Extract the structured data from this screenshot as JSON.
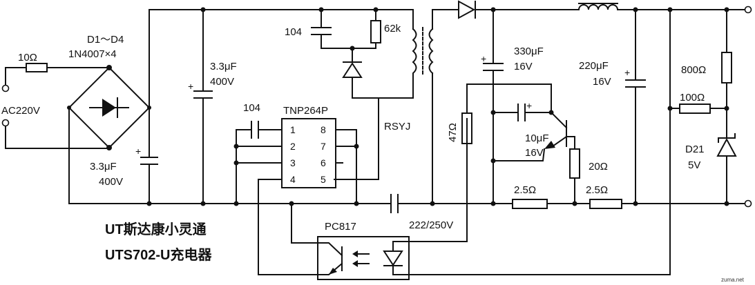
{
  "labels": {
    "r_in": "10Ω",
    "bridge": "D1～D4",
    "bridge_part": "1N4007×4",
    "ac": "AC220V",
    "c_bulk1_val": "3.3μF",
    "c_bulk1_v": "400V",
    "c_bulk2_val": "3.3μF",
    "c_bulk2_v": "400V",
    "c_snub": "104",
    "r_snub": "62k",
    "c_ic": "104",
    "ic": "TNP264P",
    "pins": [
      "1",
      "2",
      "3",
      "4",
      "5",
      "6",
      "7",
      "8"
    ],
    "transformer": "RSYJ",
    "c_out1_val": "330μF",
    "c_out1_v": "16V",
    "c_out2_val": "220μF",
    "c_out2_v": "16V",
    "r_47": "47Ω",
    "c_10_val": "10μF",
    "c_10_v": "16V",
    "r_20": "20Ω",
    "r_25a": "2.5Ω",
    "r_25b": "2.5Ω",
    "r_800": "800Ω",
    "r_100": "100Ω",
    "zener": "D21",
    "zener_v": "5V",
    "optocoupler": "PC817",
    "c_y": "222/250V"
  },
  "caption": {
    "line1": "UT斯达康小灵通",
    "line2": "UTS702-U充电器"
  },
  "watermark": "zuma.net"
}
